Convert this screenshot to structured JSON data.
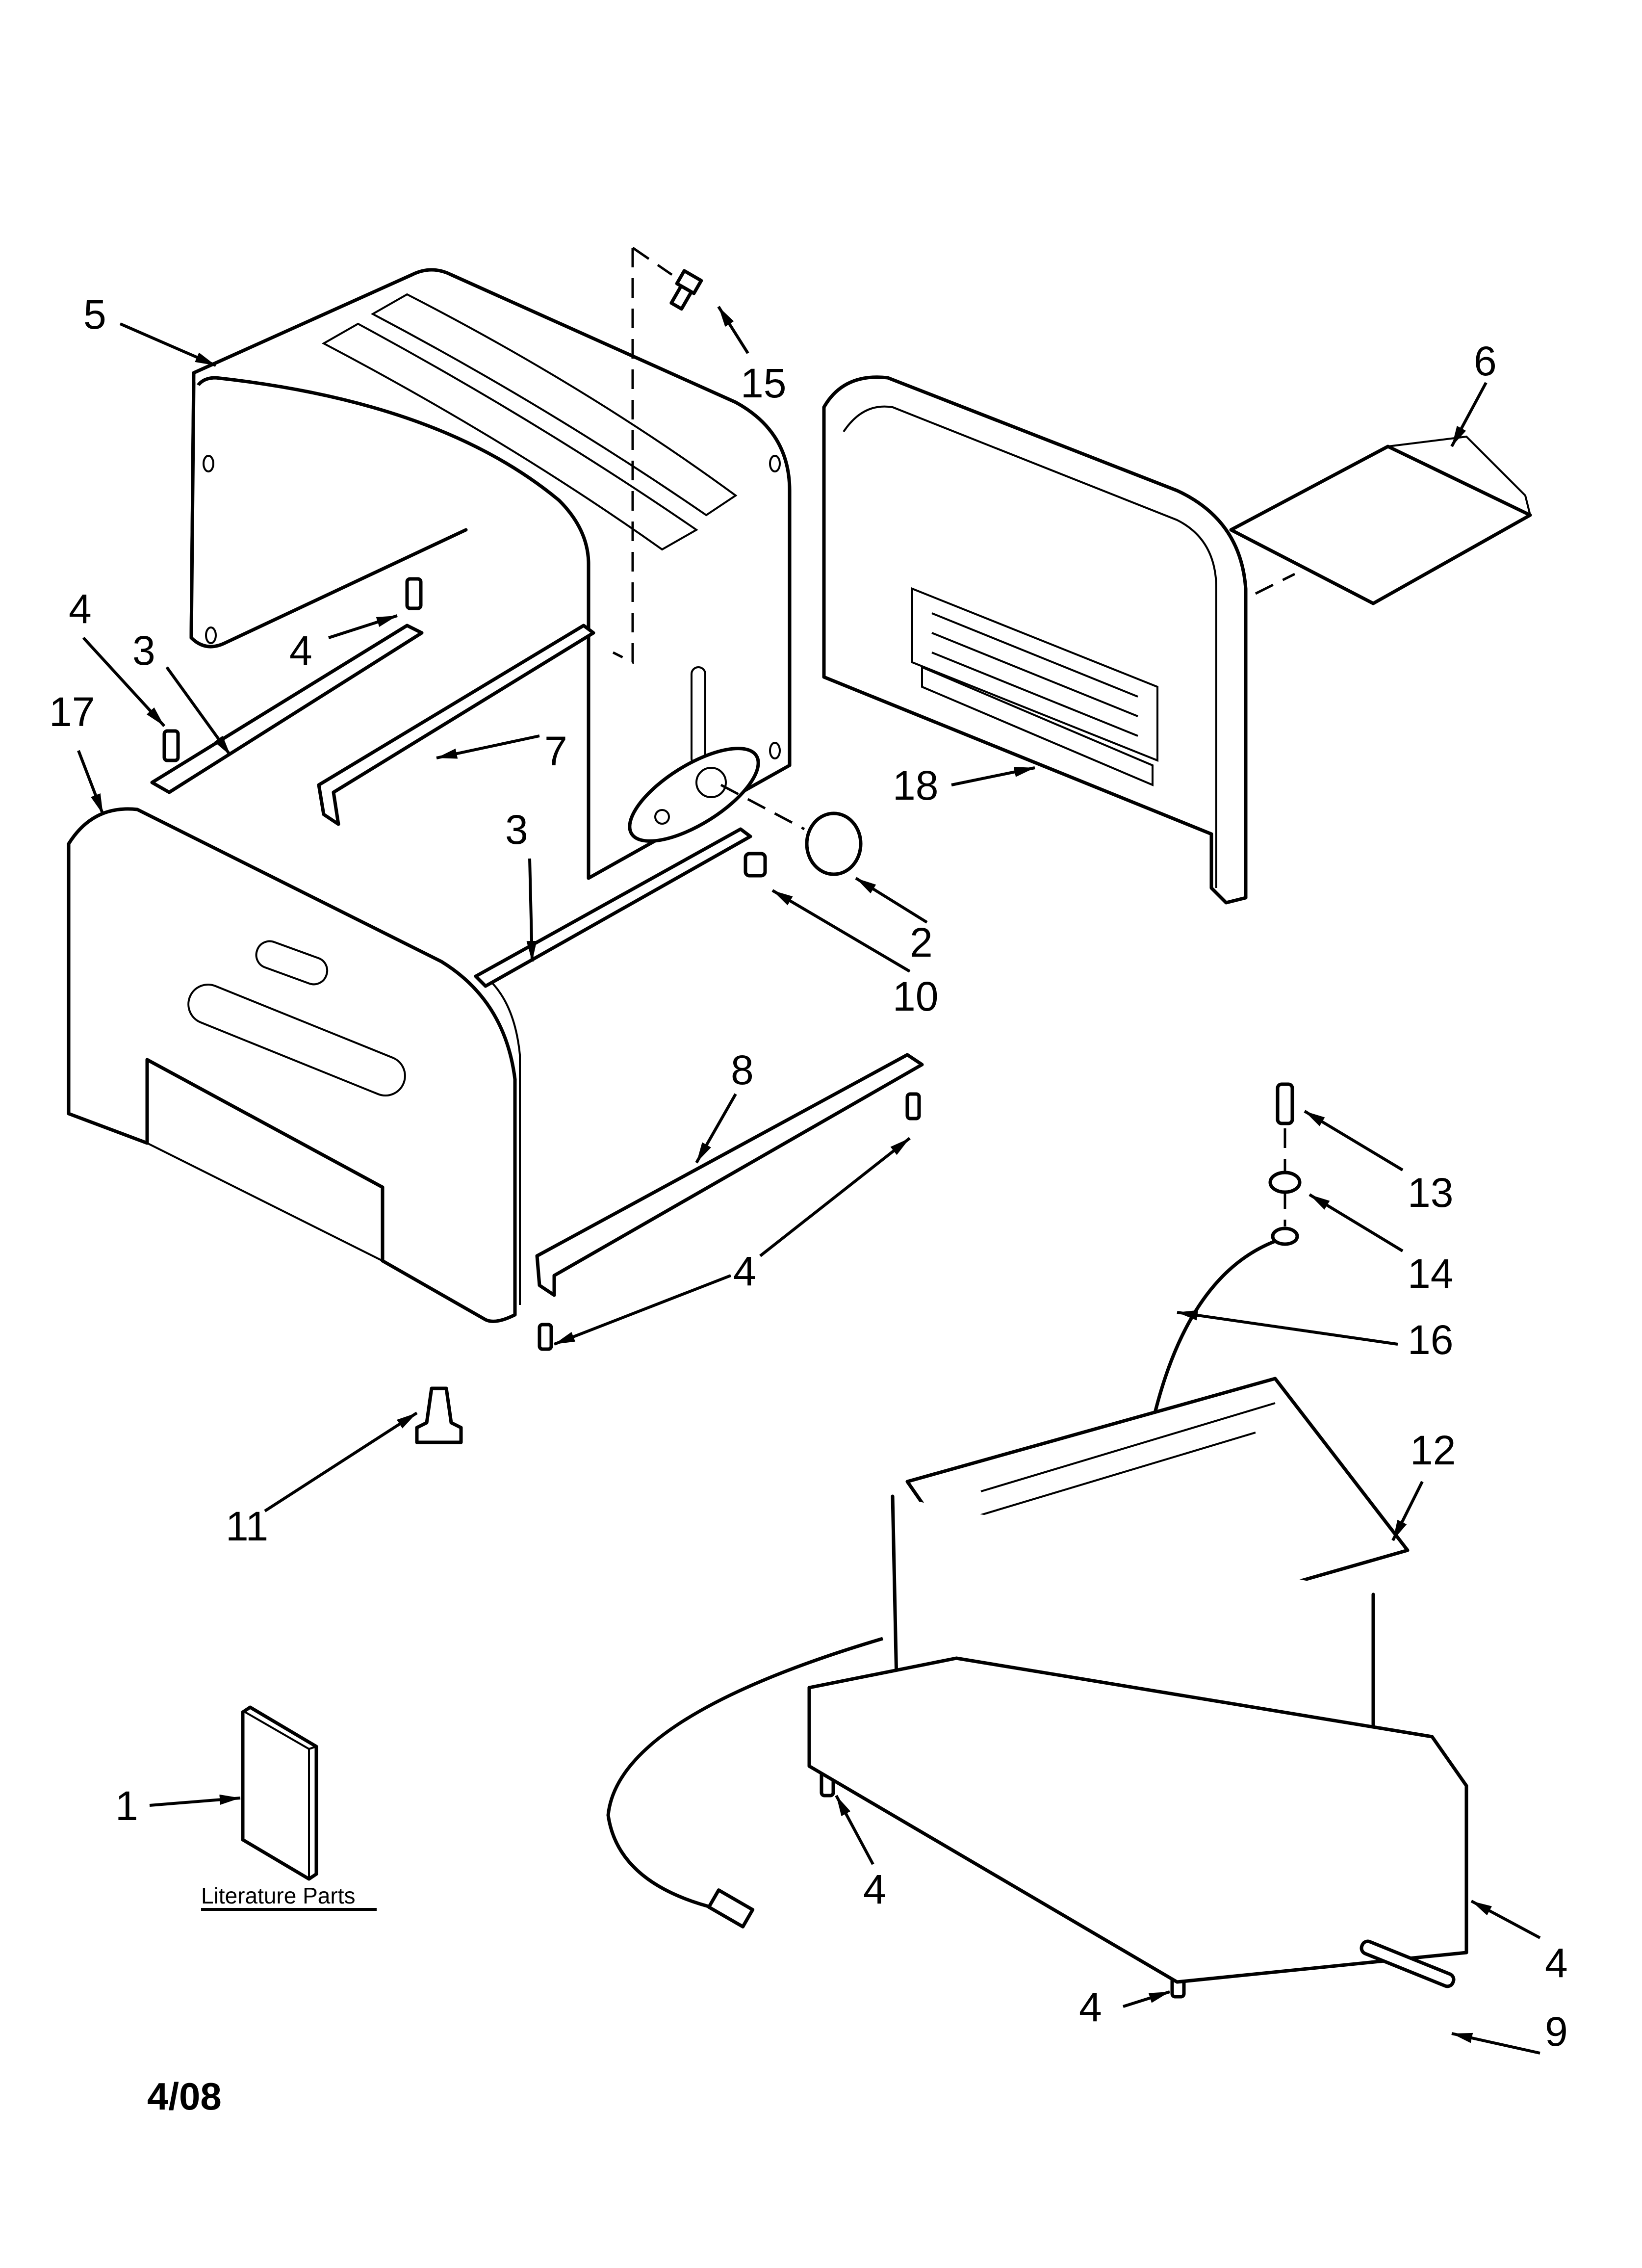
{
  "diagram": {
    "title": "Toaster exterior and housing parts",
    "revision_date": "4/08",
    "literature_label": "Literature Parts",
    "callouts": [
      {
        "id": "c1",
        "label": "1",
        "part": "literature"
      },
      {
        "id": "c2",
        "label": "2",
        "part": "knob"
      },
      {
        "id": "c3a",
        "label": "3",
        "part": "rail-upper"
      },
      {
        "id": "c3b",
        "label": "3",
        "part": "rail-lower"
      },
      {
        "id": "c4a",
        "label": "4",
        "part": "screw-left"
      },
      {
        "id": "c4b",
        "label": "4",
        "part": "screw-upper"
      },
      {
        "id": "c4c",
        "label": "4",
        "part": "screw-bracket"
      },
      {
        "id": "c4d",
        "label": "4",
        "part": "screw-base-left"
      },
      {
        "id": "c4e",
        "label": "4",
        "part": "screw-base-right"
      },
      {
        "id": "c4f",
        "label": "4",
        "part": "screw-base-bottom"
      },
      {
        "id": "c5",
        "label": "5",
        "part": "outer-shell"
      },
      {
        "id": "c6",
        "label": "6",
        "part": "crumb-tray"
      },
      {
        "id": "c7",
        "label": "7",
        "part": "bracket"
      },
      {
        "id": "c8",
        "label": "8",
        "part": "base-bracket"
      },
      {
        "id": "c9",
        "label": "9",
        "part": "pin"
      },
      {
        "id": "c10",
        "label": "10",
        "part": "lever-knob"
      },
      {
        "id": "c11",
        "label": "11",
        "part": "foot"
      },
      {
        "id": "c12",
        "label": "12",
        "part": "chassis"
      },
      {
        "id": "c13",
        "label": "13",
        "part": "ground-screw"
      },
      {
        "id": "c14",
        "label": "14",
        "part": "star-washer"
      },
      {
        "id": "c15",
        "label": "15",
        "part": "top-screw"
      },
      {
        "id": "c16",
        "label": "16",
        "part": "ground-wire"
      },
      {
        "id": "c17",
        "label": "17",
        "part": "front-end-cap"
      },
      {
        "id": "c18",
        "label": "18",
        "part": "rear-end-cap"
      }
    ]
  }
}
